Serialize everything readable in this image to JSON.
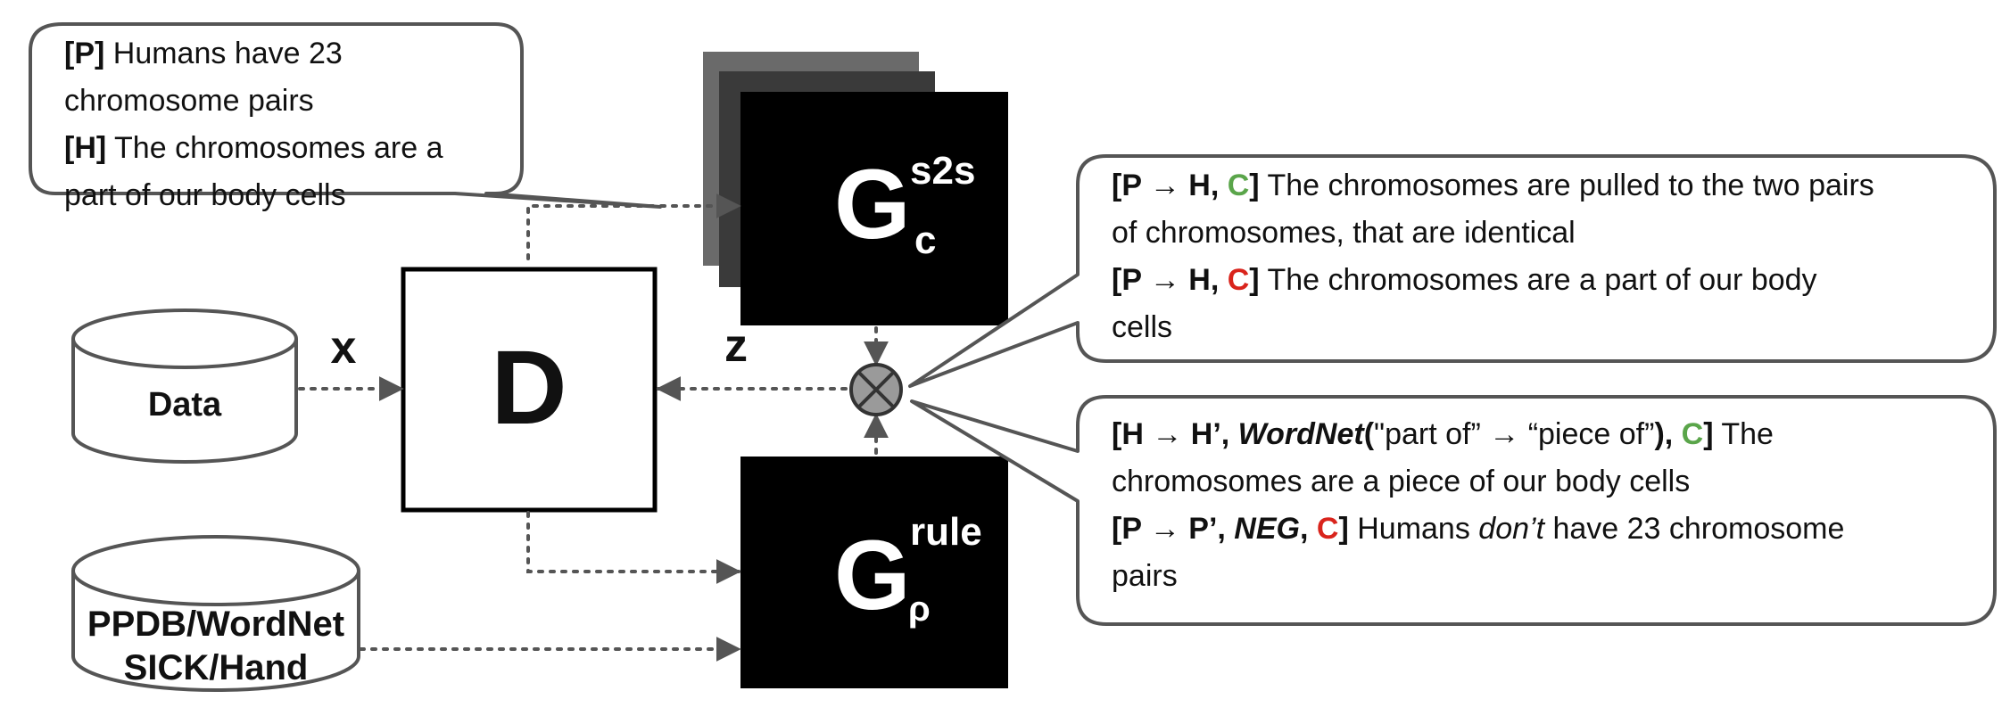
{
  "colors": {
    "green": "#5aa54a",
    "red": "#d9241c",
    "generator_fill": "#000000",
    "stack_shadow_1": "#6a6a6a",
    "stack_shadow_2": "#3a3a3a",
    "connector": "#555555",
    "combine_node": "#9a9a9a"
  },
  "icons": {
    "combine_node": "circle-times-icon",
    "data_store": "cylinder-icon"
  },
  "input_bubble": {
    "p_tag": "[P]",
    "p_text": " Humans have 23",
    "p_text_2": "chromosome pairs",
    "h_tag": "[H]",
    "h_text": " The chromosomes are a",
    "h_text_2": "part of our body cells"
  },
  "discriminator": {
    "label": "D"
  },
  "data_store": {
    "label": "Data"
  },
  "rules_store": {
    "line1": "PPDB/WordNet",
    "line2": "SICK/Hand"
  },
  "edges": {
    "x_label": "x",
    "z_label": "z"
  },
  "gen_s2s": {
    "letter": "G",
    "superscript": "s2s",
    "subscript": "c"
  },
  "gen_rule": {
    "letter": "G",
    "superscript": "rule",
    "subscript": "ρ"
  },
  "s2s_bubble": {
    "line1_tag_a": "[P → H, ",
    "line1_c": "C",
    "line1_tag_b": "]",
    "line1_text": " The chromosomes are pulled to the two pairs",
    "line2_text": "of chromosomes, that are identical",
    "line3_tag_a": "[P → H, ",
    "line3_c": "C",
    "line3_tag_b": "]",
    "line3_text": " The chromosomes are a part of our body",
    "line4_text": "cells"
  },
  "rule_bubble": {
    "line1_tag_a": "[H → H’, ",
    "line1_wordnet": "WordNet",
    "line1_paren_open": "(",
    "line1_mapping": "\"part of” → “piece of”",
    "line1_paren_close": "), ",
    "line1_c": "C",
    "line1_tag_b": "]",
    "line1_text": " The",
    "line2_text": "chromosomes are a piece of our body cells",
    "line3_tag_a": "[P → P’, ",
    "line3_neg": "NEG",
    "line3_comma": ", ",
    "line3_c": "C",
    "line3_tag_b": "]",
    "line3_text_a": " Humans ",
    "line3_dont": "don’t",
    "line3_text_b": " have 23 chromosome",
    "line4_text": "pairs"
  }
}
